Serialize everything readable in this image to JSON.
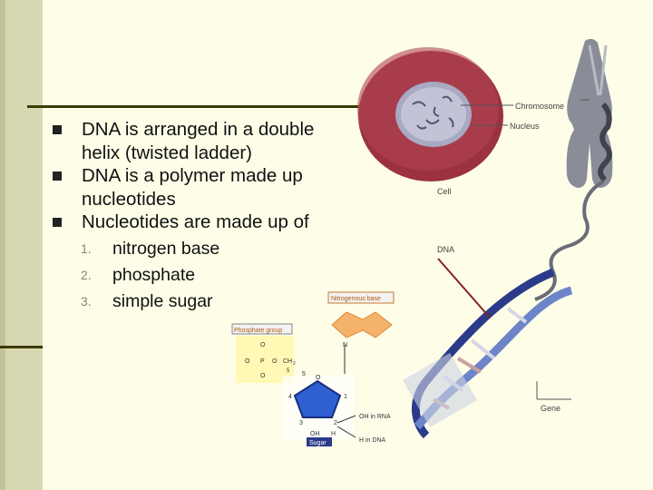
{
  "bullets": [
    {
      "text": "DNA is arranged in a double helix  (twisted ladder)"
    },
    {
      "text": "DNA is a polymer made up nucleotides"
    },
    {
      "text": "Nucleotides are made up of"
    }
  ],
  "subitems": [
    {
      "num": "1.",
      "text": "nitrogen base"
    },
    {
      "num": "2.",
      "text": "phosphate"
    },
    {
      "num": "3.",
      "text": "simple sugar"
    }
  ],
  "diagram": {
    "chromosome": "Chromosome",
    "nucleus": "Nucleus",
    "cell": "Cell",
    "dna": "DNA",
    "gene": "Gene",
    "nitrogenous_base": "Nitrogenous base",
    "phosphate_group": "Phosphate group",
    "sugar": "Sugar",
    "oh_rna": "OH in RNA",
    "h_dna": "H in DNA",
    "n_label": "N",
    "sugar_nums": [
      "5",
      "4",
      "1",
      "3",
      "2"
    ],
    "phosphate_atoms": [
      "O",
      "P",
      "O",
      "O",
      "CH",
      "2",
      "O",
      "5",
      "O",
      "OH",
      "H"
    ]
  }
}
